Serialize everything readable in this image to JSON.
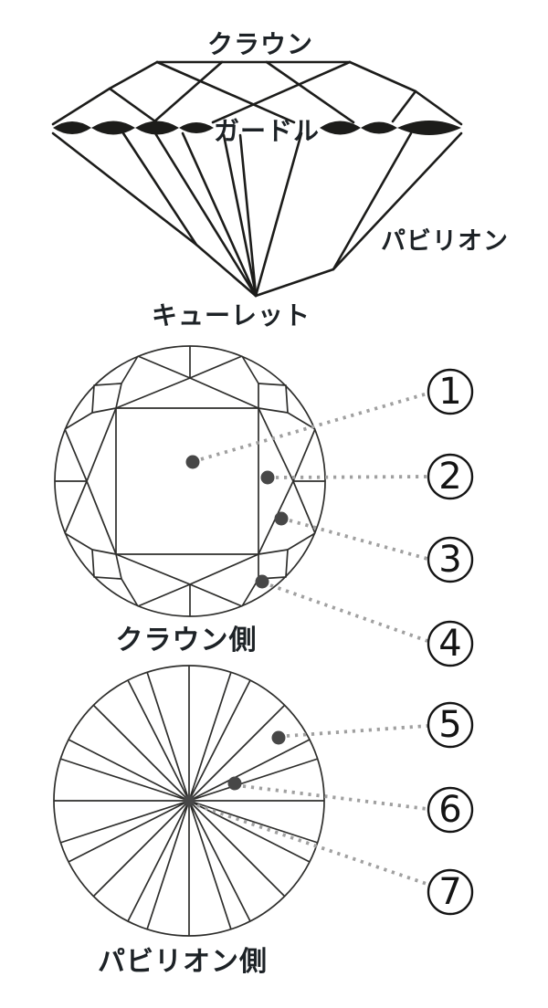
{
  "figure": {
    "side_view": {
      "labels": {
        "crown": "クラウン",
        "girdle": "ガードル",
        "pavilion": "パビリオン",
        "culet": "キューレット"
      }
    },
    "crown_view": {
      "caption": "クラウン側"
    },
    "pavilion_view": {
      "caption": "パビリオン側"
    },
    "callouts": [
      {
        "number": "1"
      },
      {
        "number": "2"
      },
      {
        "number": "3"
      },
      {
        "number": "4"
      },
      {
        "number": "5"
      },
      {
        "number": "6"
      },
      {
        "number": "7"
      }
    ],
    "colors": {
      "line": "#1c1c1a",
      "diagram_line": "#2e2e2c",
      "marker_dot": "#474747",
      "leader": "#a0a0a0",
      "text": "#1d2226",
      "callout": "#141414",
      "background": "#ffffff"
    }
  }
}
